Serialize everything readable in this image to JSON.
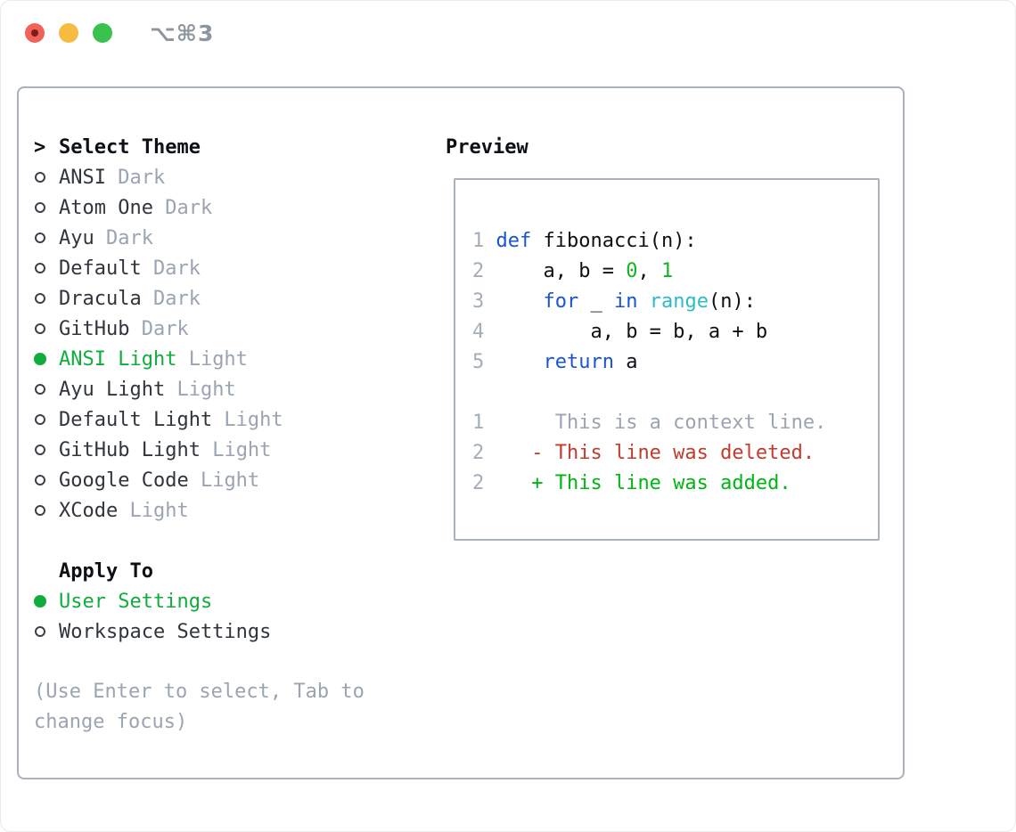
{
  "window": {
    "title": "⌥⌘3"
  },
  "theme_panel": {
    "heading_prefix": ">",
    "heading": "Select Theme",
    "items": [
      {
        "name": "ANSI",
        "variant": "Dark",
        "selected": false
      },
      {
        "name": "Atom One",
        "variant": "Dark",
        "selected": false
      },
      {
        "name": "Ayu",
        "variant": "Dark",
        "selected": false
      },
      {
        "name": "Default",
        "variant": "Dark",
        "selected": false
      },
      {
        "name": "Dracula",
        "variant": "Dark",
        "selected": false
      },
      {
        "name": "GitHub",
        "variant": "Dark",
        "selected": false
      },
      {
        "name": "ANSI Light",
        "variant": "Light",
        "selected": true
      },
      {
        "name": "Ayu Light",
        "variant": "Light",
        "selected": false
      },
      {
        "name": "Default Light",
        "variant": "Light",
        "selected": false
      },
      {
        "name": "GitHub Light",
        "variant": "Light",
        "selected": false
      },
      {
        "name": "Google Code",
        "variant": "Light",
        "selected": false
      },
      {
        "name": "XCode",
        "variant": "Light",
        "selected": false
      }
    ],
    "apply_to": {
      "heading": "Apply To",
      "options": [
        {
          "label": "User Settings",
          "selected": true
        },
        {
          "label": "Workspace Settings",
          "selected": false
        }
      ]
    },
    "help_text": "(Use Enter to select, Tab to change focus)"
  },
  "preview": {
    "heading": "Preview",
    "code_lines": [
      {
        "num": "1",
        "tokens": [
          {
            "t": "def",
            "c": "kw"
          },
          {
            "t": " fibonacci(n):",
            "c": "plain"
          }
        ]
      },
      {
        "num": "2",
        "tokens": [
          {
            "t": "    a, b = ",
            "c": "plain"
          },
          {
            "t": "0",
            "c": "num"
          },
          {
            "t": ", ",
            "c": "plain"
          },
          {
            "t": "1",
            "c": "num"
          }
        ]
      },
      {
        "num": "3",
        "tokens": [
          {
            "t": "    ",
            "c": "plain"
          },
          {
            "t": "for",
            "c": "kw"
          },
          {
            "t": " _ ",
            "c": "plain"
          },
          {
            "t": "in",
            "c": "kw"
          },
          {
            "t": " ",
            "c": "plain"
          },
          {
            "t": "range",
            "c": "fn"
          },
          {
            "t": "(n):",
            "c": "plain"
          }
        ]
      },
      {
        "num": "4",
        "tokens": [
          {
            "t": "        a, b = b, a + b",
            "c": "plain"
          }
        ]
      },
      {
        "num": "5",
        "tokens": [
          {
            "t": "    ",
            "c": "plain"
          },
          {
            "t": "return",
            "c": "kw"
          },
          {
            "t": " a",
            "c": "plain"
          }
        ]
      }
    ],
    "diff_lines": [
      {
        "num": "1",
        "body": "     This is a context line.",
        "type": "context"
      },
      {
        "num": "2",
        "body": "   - This line was deleted.",
        "type": "deleted"
      },
      {
        "num": "2",
        "body": "   + This line was added.",
        "type": "added"
      }
    ]
  },
  "colors": {
    "accent_green": "#0fae3c",
    "diff_green": "#00b614",
    "diff_red": "#c23b2d",
    "keyword_blue": "#1a53d3",
    "builtin_cyan": "#2abdc9",
    "number_green": "#13b31e",
    "code_black": "#0d1116",
    "heading_black": "#0d1116",
    "text_dark": "#30353c",
    "muted_gray": "#9aa4b2",
    "ln_gray": "#a3adb8",
    "border_gray": "#a9b1bb",
    "titlebar_gray": "#8d959f",
    "traffic_red": "#f0635a",
    "traffic_yellow": "#f6bc41",
    "traffic_green": "#39c24e"
  }
}
